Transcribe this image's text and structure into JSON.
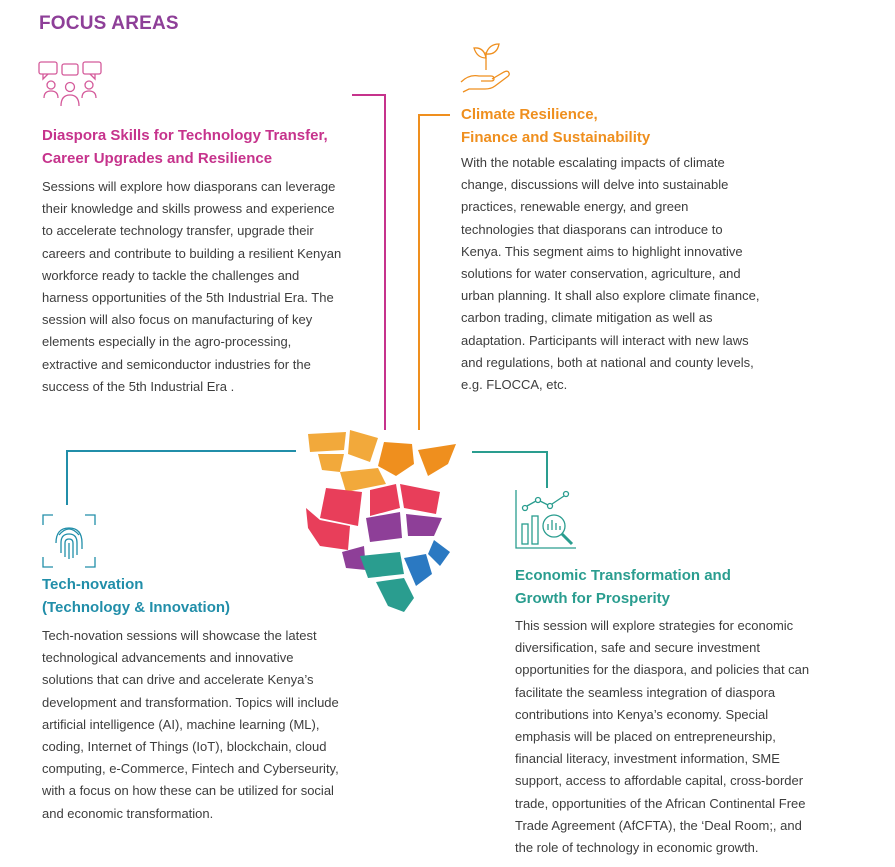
{
  "page_title": "FOCUS AREAS",
  "colors": {
    "title": "#8e3f98",
    "diaspora": "#c6338c",
    "climate": "#ef8f1e",
    "tech": "#218ea9",
    "economic": "#2a9d8f"
  },
  "sections": {
    "diaspora": {
      "icon": "people-chat-icon",
      "heading_lines": [
        "Diaspora Skills for Technology Transfer,",
        "Career Upgrades and Resilience"
      ],
      "body_lines": [
        "Sessions will explore how diasporans can leverage",
        "their knowledge and skills prowess and experience",
        "to accelerate technology transfer, upgrade their",
        "careers and contribute to building a resilient Kenyan",
        "workforce ready to tackle the challenges and",
        "harness opportunities of the 5th Industrial Era. The",
        "session will also focus on manufacturing of key",
        "elements especially in the agro-processing,",
        "extractive and semiconductor industries for the",
        "success of the 5th Industrial Era ."
      ]
    },
    "climate": {
      "icon": "hand-sprout-icon",
      "heading_lines": [
        "Climate Resilience,",
        "Finance and Sustainability"
      ],
      "body_lines": [
        "With the notable escalating impacts of climate",
        "change, discussions will delve into sustainable",
        "practices, renewable energy, and green",
        "technologies that diasporans can introduce to",
        "Kenya. This segment aims to highlight innovative",
        "solutions for water conservation, agriculture, and",
        "urban planning. It shall also explore climate finance,",
        "carbon trading, climate mitigation as well as",
        "adaptation. Participants will interact with new laws",
        "and regulations, both at national and county levels,",
        "e.g. FLOCCA, etc."
      ]
    },
    "tech": {
      "icon": "fingerprint-scan-icon",
      "heading_lines": [
        "Tech-novation",
        "(Technology & Innovation)"
      ],
      "body_lines": [
        "Tech-novation sessions will showcase the latest",
        "technological advancements and innovative",
        "solutions that can drive and accelerate Kenya’s",
        "development and transformation. Topics will include",
        "artificial intelligence (AI), machine learning (ML),",
        "coding, Internet of Things (IoT), blockchain, cloud",
        "computing, e-Commerce, Fintech and Cyberseurity,",
        "with a focus on how these can be utilized for social",
        "and economic transformation."
      ]
    },
    "economic": {
      "icon": "chart-magnifier-icon",
      "heading_lines": [
        "Economic Transformation and",
        "Growth for Prosperity"
      ],
      "body_lines": [
        "This session will explore strategies for economic",
        "diversification, safe and secure investment",
        "opportunities for the diaspora, and policies that can",
        "facilitate the seamless integration of diaspora",
        "contributions into Kenya’s economy. Special",
        "emphasis will be placed on entrepreneurship,",
        "financial literacy, investment information, SME",
        "support, access to affordable capital, cross-border",
        "trade, opportunities of the African Continental Free",
        "Trade Agreement (AfCFTA), the ‘Deal Room;, and",
        "the role of technology in economic growth."
      ]
    }
  }
}
